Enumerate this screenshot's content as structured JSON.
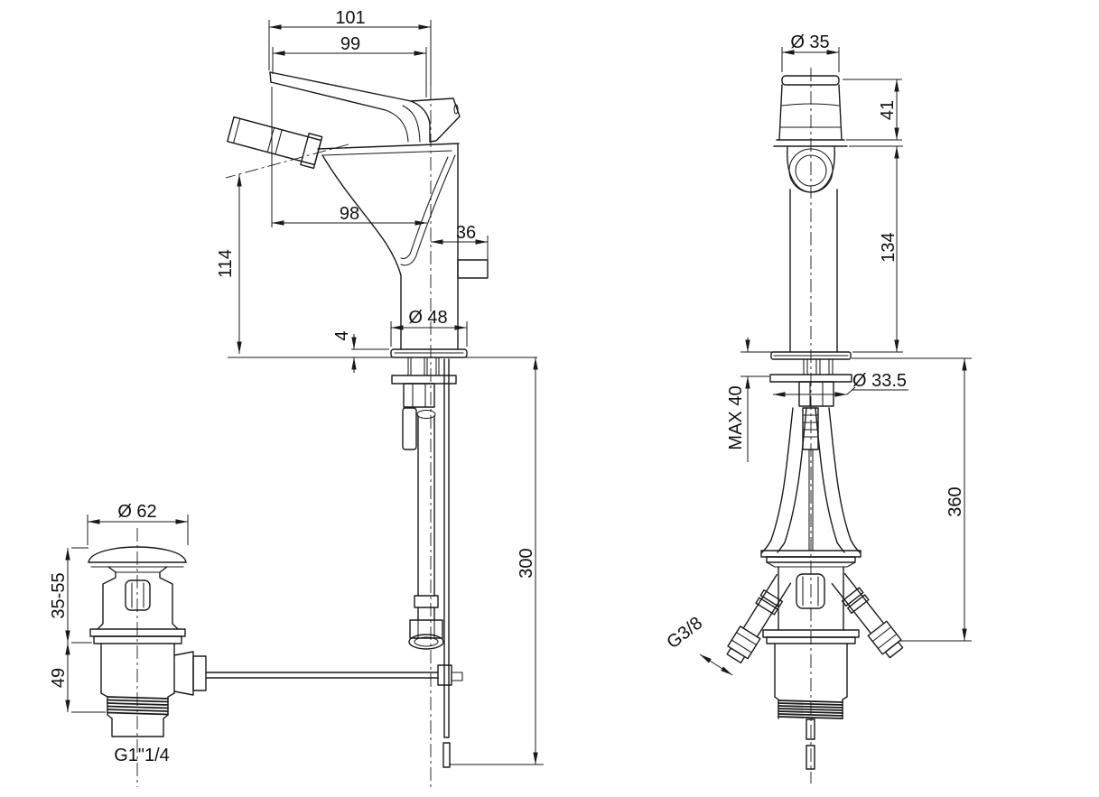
{
  "drawing": {
    "background": "#ffffff",
    "line_color": "#1a1a1a",
    "side_view": {
      "dim_handle_total": "101",
      "dim_handle": "99",
      "dim_spout_reach": "98",
      "dim_side_outlet": "36",
      "dim_spout_height": "114",
      "dim_base_dia": "Ø 48",
      "dim_plate_thickness": "4",
      "dim_hose_drop": "300",
      "drain": {
        "dim_cap_dia": "Ø 62",
        "dim_top_height": "35-55",
        "dim_body_height": "49",
        "thread_label": "G1\"1/4"
      }
    },
    "front_view": {
      "dim_handle_dia": "Ø 35",
      "dim_handle_height": "41",
      "dim_body_height": "134",
      "dim_hole_dia": "Ø 33.5",
      "dim_max_thickness": "MAX 40",
      "dim_supply_drop": "360",
      "thread_label": "G3/8"
    }
  }
}
